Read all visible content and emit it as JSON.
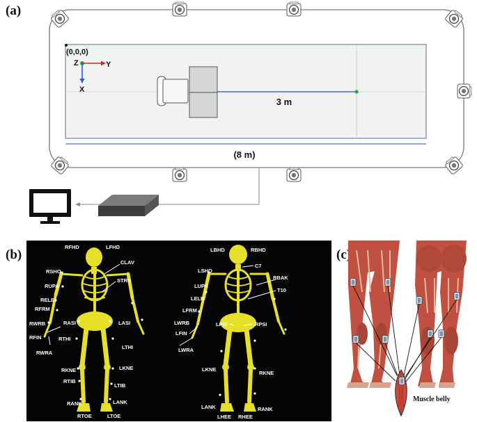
{
  "panels": {
    "a": {
      "label": "(a)"
    },
    "b": {
      "label": "(b)"
    },
    "c": {
      "label": "(c)"
    }
  },
  "setup": {
    "origin": "(0,0,0)",
    "axis_z": "Z",
    "axis_y": "Y",
    "axis_x": "X",
    "walkway_length": "3 m",
    "room_length": "(8 m)"
  },
  "colors": {
    "axis_y": "#e02020",
    "axis_x": "#2a5bd7",
    "origin_dot": "#22aa33",
    "walk_line": "#2c4fb0",
    "walk_end": "#22aa33",
    "bone": "#e6e028",
    "muscle": "#c0503f",
    "panel_b_bg": "#050505"
  },
  "icons": [
    "motion-camera-icon",
    "monitor-icon",
    "acquisition-box-icon",
    "skeleton-front-icon",
    "skeleton-back-icon",
    "leg-muscles-front-icon",
    "leg-muscles-back-icon",
    "emg-sensor-icon",
    "muscle-belly-icon"
  ],
  "markers_front": [
    "RFHD",
    "LFHD",
    "CLAV",
    "RSHO",
    "STRN",
    "RUPA",
    "RELB",
    "RFRM",
    "RWRB",
    "RASI",
    "LASI",
    "RFIN",
    "RTHI",
    "RWRA",
    "LTHI",
    "RKNE",
    "LKNE",
    "RTIB",
    "LTIB",
    "RANK",
    "LANK",
    "RTOE",
    "LTOE"
  ],
  "markers_back": [
    "LBHD",
    "RBHD",
    "C7",
    "LSHO",
    "RBAK",
    "LUPA",
    "T10",
    "LELB",
    "LFRM",
    "LWRB",
    "LPSI",
    "RPSI",
    "LFIN",
    "LWRA",
    "LKNE",
    "RKNE",
    "LANK",
    "RANK",
    "LHEE",
    "RHEE"
  ],
  "muscle_label": "Muscle belly"
}
